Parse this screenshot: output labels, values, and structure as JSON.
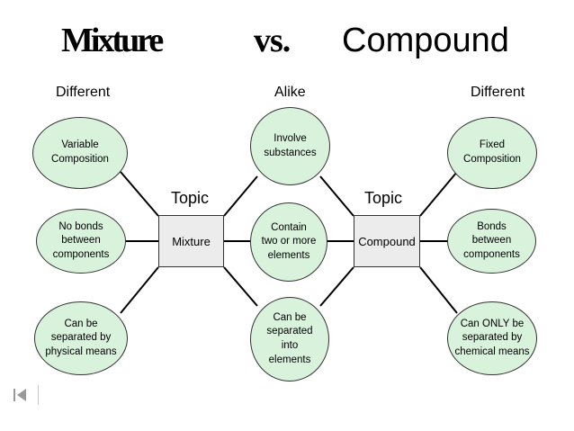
{
  "title": {
    "mixture": "Mixture",
    "vs": "vs.",
    "compound": "Compound"
  },
  "headers": {
    "left": "Different",
    "center": "Alike",
    "right": "Different"
  },
  "topics": {
    "left_label": "Topic",
    "right_label": "Topic"
  },
  "boxes": {
    "mixture": "Mixture",
    "compound": "Compound"
  },
  "left_nodes": [
    "Variable\nComposition",
    "No bonds\nbetween\ncomponents",
    "Can be\nseparated by\nphysical means"
  ],
  "center_nodes": [
    "Involve\nsubstances",
    "Contain\ntwo or more\nelements",
    "Can be\nseparated\ninto\nelements"
  ],
  "right_nodes": [
    "Fixed\nComposition",
    "Bonds\nbetween\ncomponents",
    "Can ONLY be\nseparated by\nchemical means"
  ],
  "icons": {
    "nav_first": "first-slide-icon"
  },
  "colors": {
    "node_fill": "#d9f2dc",
    "box_fill": "#ececec",
    "line": "#000000"
  }
}
